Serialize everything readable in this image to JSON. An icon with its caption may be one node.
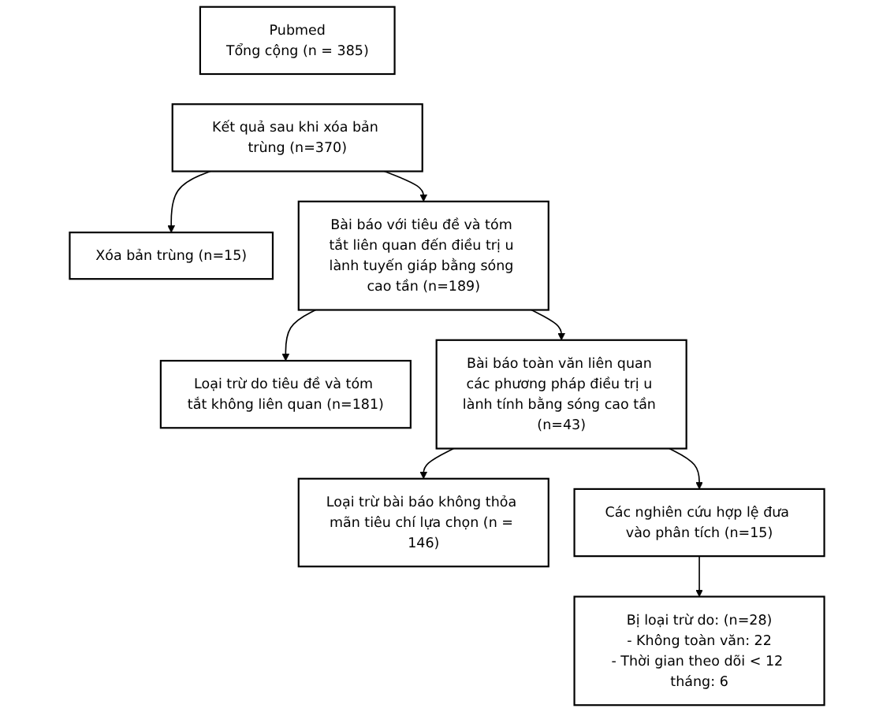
{
  "diagram": {
    "nodes": [
      {
        "text": [
          "Pubmed",
          "Tổng cộng (n = 385)"
        ]
      },
      {
        "text": [
          "Kết quả sau khi xóa bản trùng (n=370)"
        ]
      },
      {
        "text": [
          "Xóa bản trùng (n=15)"
        ]
      },
      {
        "text": [
          "Bài báo với tiêu đề và tóm tắt liên quan đến điều trị u lành tuyến giáp bằng sóng cao tần (n=189)"
        ]
      },
      {
        "text": [
          "Loại trừ do tiêu đề và tóm tắt không liên quan (n=181)"
        ]
      },
      {
        "text": [
          "Bài báo toàn văn liên quan các phương pháp điều trị u lành tính bằng sóng cao tần (n=43)"
        ]
      },
      {
        "text": [
          "Loại trừ bài báo không thỏa mãn tiêu chí lựa chọn (n = 146)"
        ]
      },
      {
        "text": [
          "Các nghiên cứu hợp lệ đưa vào phân tích (n=15)"
        ]
      },
      {
        "text": [
          "Bị loại trừ do: (n=28)",
          "- Không toàn văn: 22",
          "- Thời gian theo dõi < 12 tháng: 6"
        ]
      }
    ],
    "edges": [
      {
        "from": 1,
        "to": 2,
        "arrow": "to"
      },
      {
        "from": 1,
        "to": 3,
        "arrow": "to"
      },
      {
        "from": 3,
        "to": 4,
        "arrow": "to"
      },
      {
        "from": 3,
        "to": 5,
        "arrow": "to"
      },
      {
        "from": 5,
        "to": 6,
        "arrow": "to"
      },
      {
        "from": 5,
        "to": 7,
        "arrow": "to"
      },
      {
        "from": 7,
        "to": 8,
        "arrow": "to"
      }
    ]
  }
}
